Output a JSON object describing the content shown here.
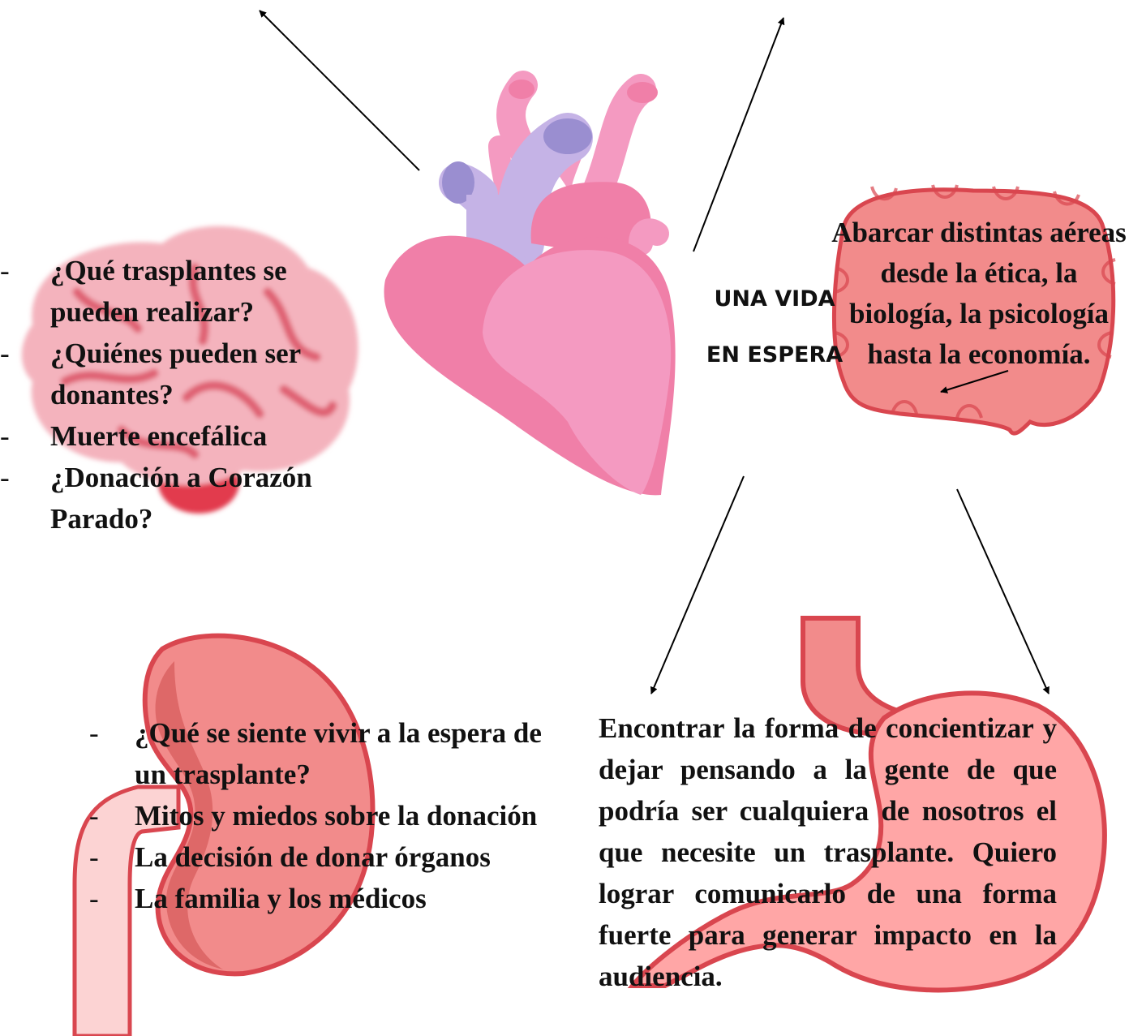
{
  "center": {
    "line1": "UNA VIDA",
    "line2": "EN  ESPERA"
  },
  "brain_box": {
    "items": [
      "¿Qué trasplantes se pueden realizar?",
      "¿Quiénes pueden ser donantes?",
      "Muerte encefálica",
      "¿Donación a Corazón Parado?"
    ]
  },
  "intestine_box": {
    "text": "Abarcar distintas aéreas desde la ética, la biología, la psicología hasta la economía."
  },
  "kidney_box": {
    "items": [
      "¿Qué se siente vivir a la espera de un trasplante?",
      "Mitos y miedos sobre la donación",
      "La decisión de donar órganos",
      "La familia y los médicos"
    ]
  },
  "stomach_box": {
    "text": "Encontrar la forma de concientizar y dejar pensando a la gente de que podría ser cualquiera de nosotros el que necesite un trasplante. Quiero lograr comunicarlo de una forma fuerte para generar impacto en la audiencia."
  },
  "bullet_marker": "-",
  "colors": {
    "heart_main": "#f49ac1",
    "heart_dark": "#f07fa8",
    "vessel_purple": "#c5b3e6",
    "brain_pink": "#f4b3bd",
    "organ_red": "#f28b8b",
    "organ_outline": "#d9464f",
    "text": "#111111"
  }
}
